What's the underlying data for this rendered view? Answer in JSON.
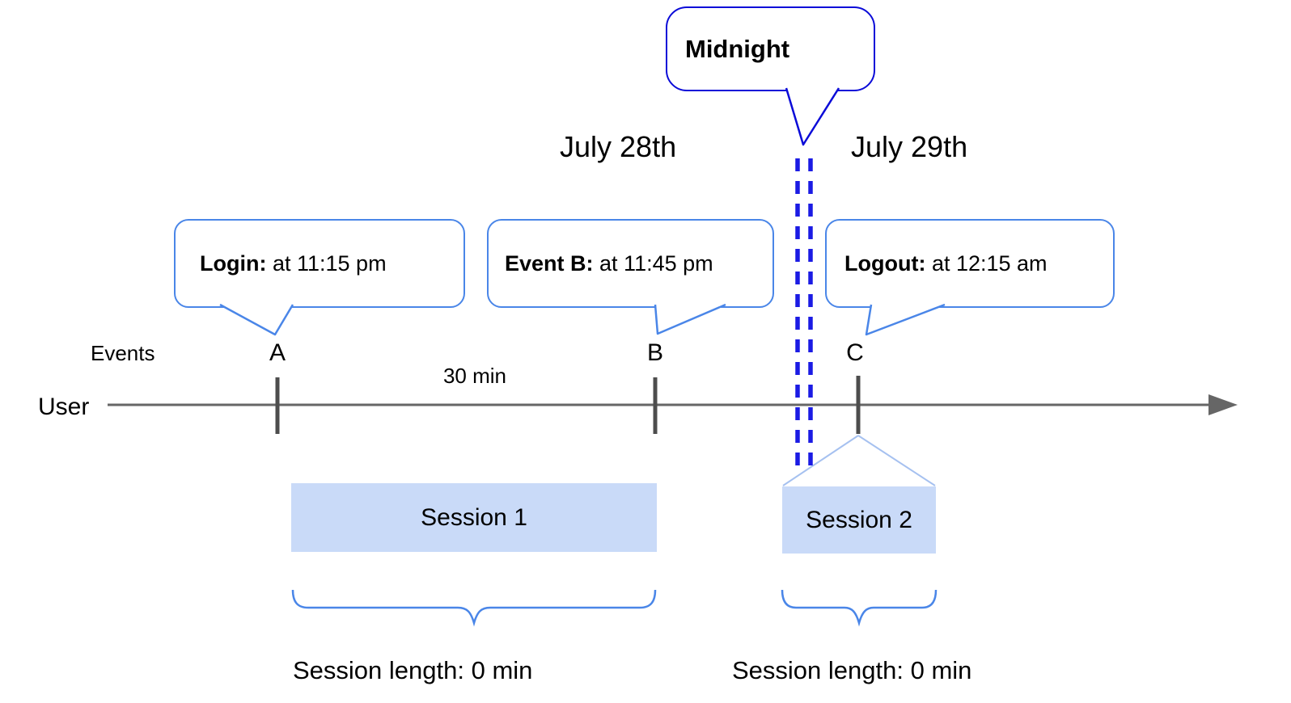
{
  "dates": {
    "before_midnight": "July 28th",
    "after_midnight": "July 29th"
  },
  "midnight_callout": {
    "label": "Midnight"
  },
  "callouts": [
    {
      "title": "Login:",
      "detail": " at 11:15 pm"
    },
    {
      "title": "Event B:",
      "detail": " at 11:45 pm"
    },
    {
      "title": "Logout:",
      "detail": " at 12:15 am"
    }
  ],
  "timeline": {
    "events_label": "Events",
    "user_label": "User",
    "interval_label": "30 min",
    "markers": [
      "A",
      "B",
      "C"
    ]
  },
  "sessions": [
    {
      "label": "Session 1",
      "length": "Session length: 0 min"
    },
    {
      "label": "Session 2",
      "length": "Session length: 0 min"
    }
  ],
  "colors": {
    "callout_border": "#4a86e8",
    "midnight_border": "#0b0bd8",
    "midnight_divider_dash": "#1b1be4",
    "session_fill": "#c9daf8",
    "timeline_axis": "#666666",
    "event_tick": "#4d4d4d",
    "brace": "#4a86e8",
    "session2_connector": "#a6c1f0"
  }
}
